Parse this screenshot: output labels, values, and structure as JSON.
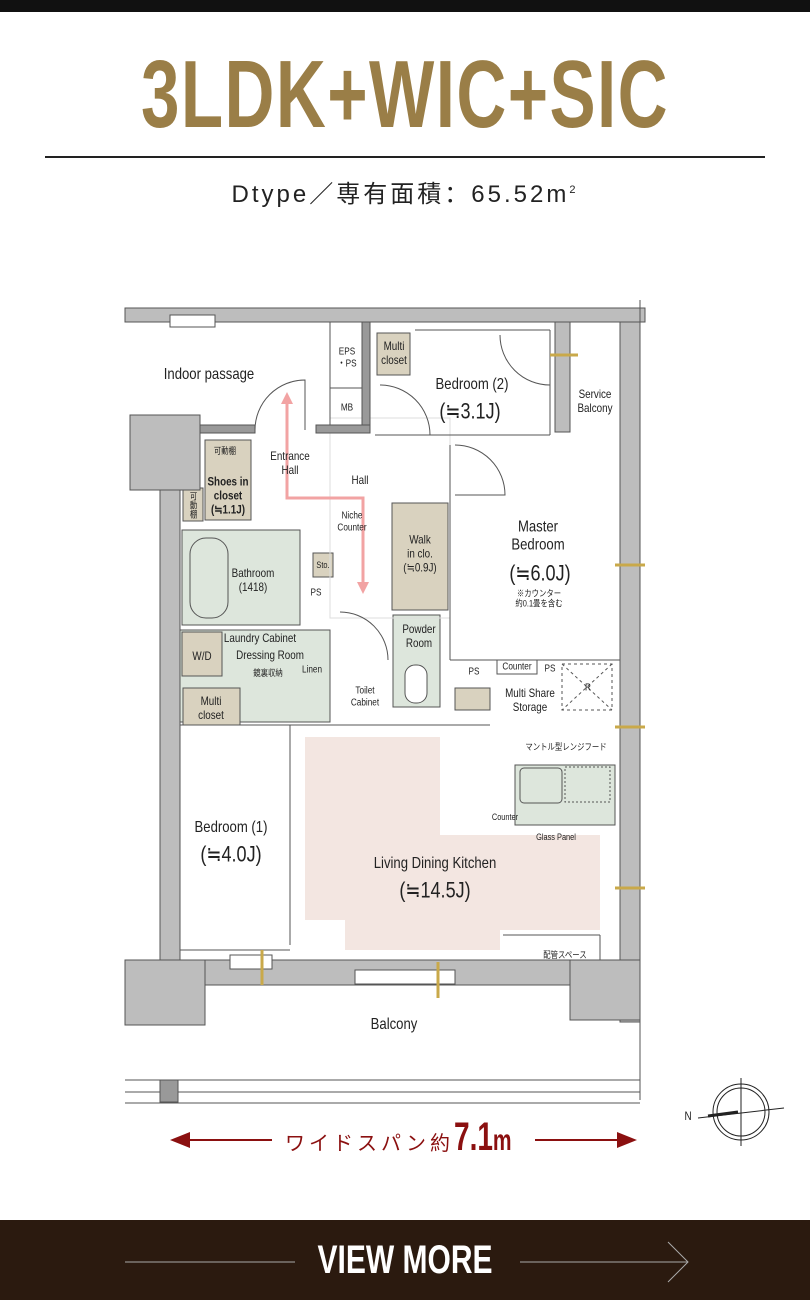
{
  "header": {
    "title": "3LDK+WIC+SIC",
    "subtitle_prefix": "Dtype／専有面積：",
    "area": "65.52",
    "unit": "m",
    "unit_sup": "2"
  },
  "plan": {
    "indoor_passage": "Indoor passage",
    "eps": "EPS",
    "eps_ps": "・PS",
    "mb": "MB",
    "multi_closet_top_1": "Multi",
    "multi_closet_top_2": "closet",
    "bedroom2": "Bedroom (2)",
    "bedroom2_size": "(≒3.1J)",
    "service_balcony_1": "Service",
    "service_balcony_2": "Balcony",
    "entrance_hall_1": "Entrance",
    "entrance_hall_2": "Hall",
    "hall": "Hall",
    "shelf_top": "可動棚",
    "shelf_side": "可動棚",
    "shoes_1": "Shoes in",
    "shoes_2": "closet",
    "shoes_size": "(≒1.1J)",
    "niche_1": "Niche",
    "niche_2": "Counter",
    "sto": "Sto.",
    "ps": "PS",
    "bathroom": "Bathroom",
    "bathroom_size": "(1418)",
    "laundry": "Laundry Cabinet",
    "dressing": "Dressing Room",
    "mirror_storage": "鏡裏収納",
    "linen": "Linen",
    "wd": "W/D",
    "wic_1": "Walk",
    "wic_2": "in clo.",
    "wic_size": "(≒0.9J)",
    "master_1": "Master",
    "master_2": "Bedroom",
    "master_size": "(≒6.0J)",
    "master_note_1": "※カウンター",
    "master_note_2": "約0.1畳を含む",
    "powder_1": "Powder",
    "powder_2": "Room",
    "toilet_cabinet_1": "Toilet",
    "toilet_cabinet_2": "Cabinet",
    "counter_master": "Counter",
    "r": "R",
    "multi_share_1": "Multi Share",
    "multi_share_2": "Storage",
    "multi_closet_1": "Multi",
    "multi_closet_2": "closet",
    "range_hood": "マントル型レンジフード",
    "counter_kitchen": "Counter",
    "glass_panel": "Glass Panel",
    "bedroom1": "Bedroom (1)",
    "bedroom1_size": "(≒4.0J)",
    "ldk": "Living Dining Kitchen",
    "ldk_size": "(≒14.5J)",
    "pipe_space": "配管スペース",
    "balcony": "Balcony",
    "compass_n": "N"
  },
  "span": {
    "label": "ワイドスパン約",
    "value": "7.1",
    "unit": "m"
  },
  "footer": {
    "view_more": "VIEW MORE"
  },
  "colors": {
    "gold": "#9a7e47",
    "wall": "#bdbdbd",
    "closet": "#d9d2bf",
    "wet": "#dde6dc",
    "ldk": "#f3e6e1",
    "route": "#f2a3a3",
    "span": "#8b1010",
    "footer": "#2b1a0f"
  }
}
